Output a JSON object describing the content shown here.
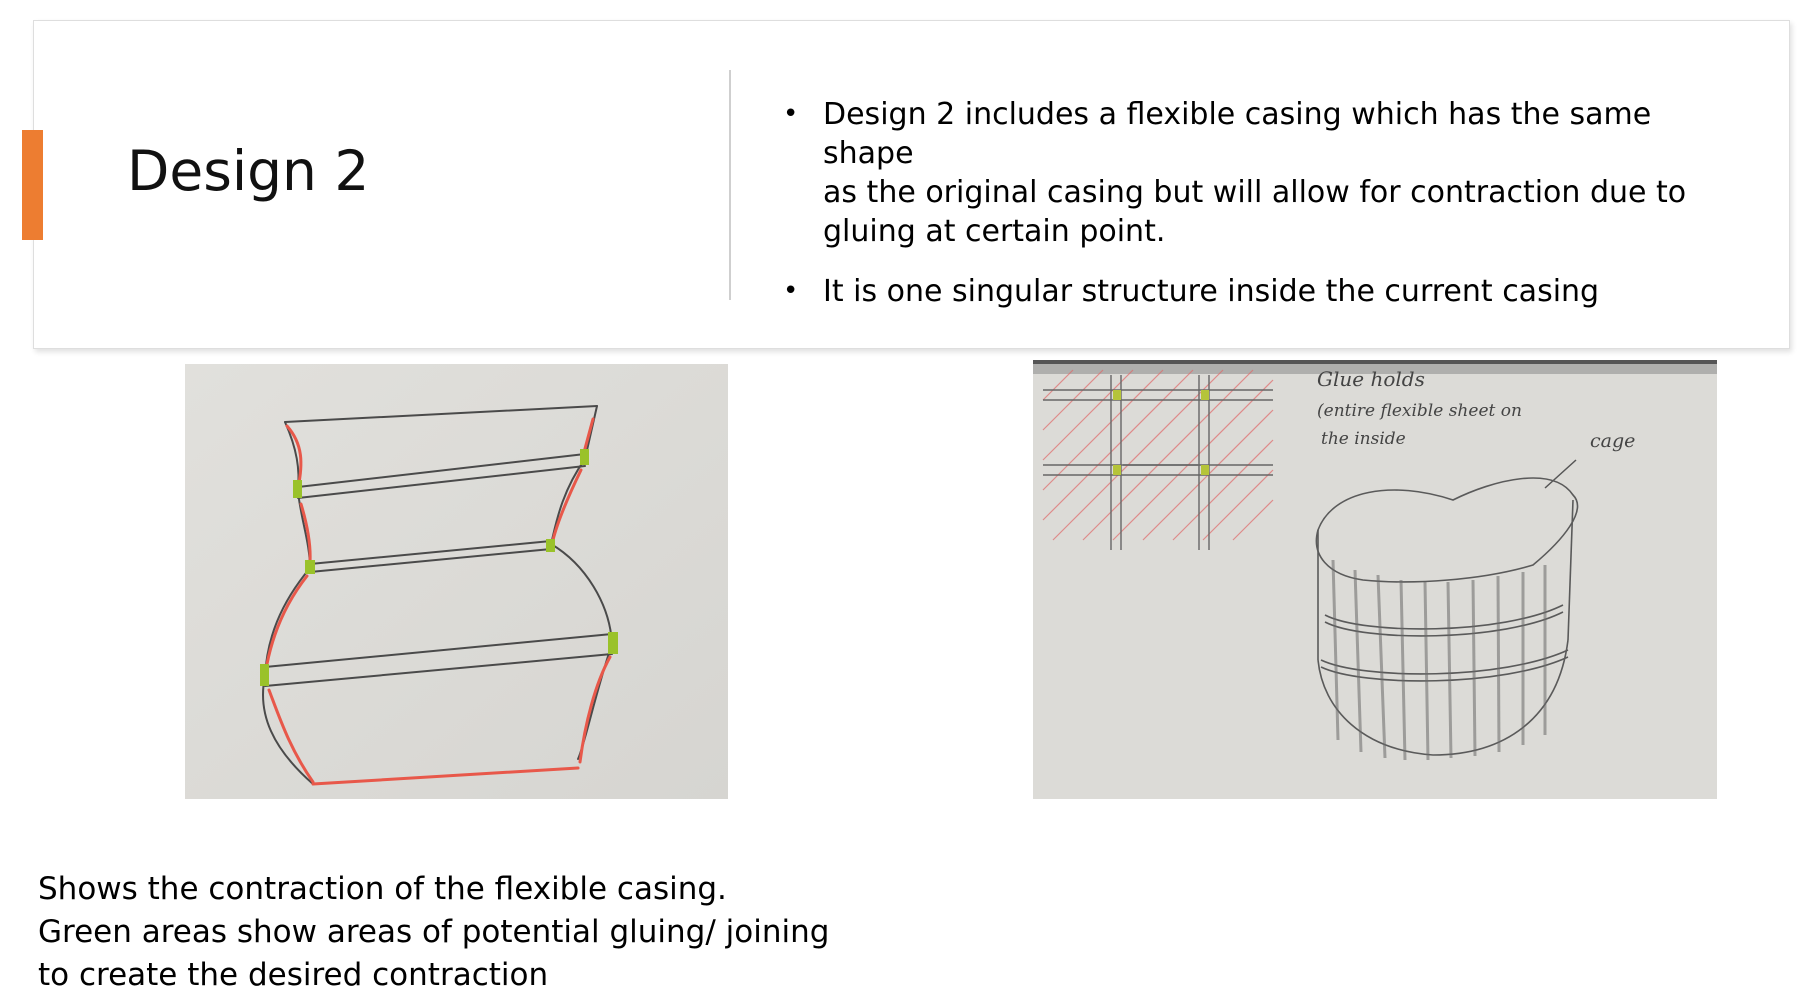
{
  "slide": {
    "title": "Design 2",
    "bullets": [
      {
        "line1": "Design 2 includes a flexible casing which has the same shape",
        "line2": "as the original casing but will allow for contraction due to",
        "line3": "gluing at certain point."
      },
      {
        "line1": "It is one singular structure inside the current casing"
      }
    ],
    "caption": [
      "Shows the contraction of the flexible casing.",
      "Green areas show areas of potential gluing/ joining",
      "to create the desired contraction"
    ],
    "sketch_right_notes": {
      "note1": "Glue holds",
      "note2": "(entire flexible sheet on",
      "note3": "the inside",
      "cage_label": "cage"
    }
  },
  "colors": {
    "accent": "#ed7d31",
    "red_ink": "#e8584a",
    "green_ink": "#9ac22a",
    "pencil": "#555555"
  },
  "icons": [
    "bullet-dot-icon"
  ]
}
